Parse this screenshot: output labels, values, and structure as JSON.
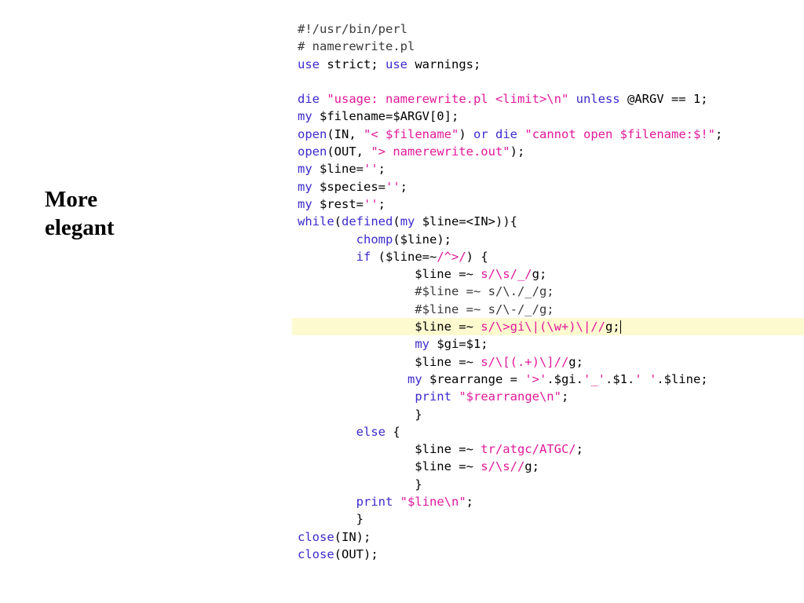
{
  "slide": {
    "label_lines": [
      "More",
      "elegant"
    ]
  },
  "code": {
    "lines": [
      {
        "tokens": [
          {
            "t": "#!/usr/bin/perl",
            "c": "c"
          }
        ]
      },
      {
        "tokens": [
          {
            "t": "# namerewrite.pl",
            "c": "c"
          }
        ]
      },
      {
        "tokens": [
          {
            "t": "use",
            "c": "k"
          },
          {
            "t": " strict; ",
            "c": "p"
          },
          {
            "t": "use",
            "c": "k"
          },
          {
            "t": " warnings;",
            "c": "p"
          }
        ]
      },
      {
        "tokens": []
      },
      {
        "tokens": [
          {
            "t": "die",
            "c": "k"
          },
          {
            "t": " ",
            "c": "p"
          },
          {
            "t": "\"usage: namerewrite.pl <limit>\\n\"",
            "c": "s"
          },
          {
            "t": " ",
            "c": "p"
          },
          {
            "t": "unless",
            "c": "k"
          },
          {
            "t": " @ARGV == 1;",
            "c": "p"
          }
        ]
      },
      {
        "tokens": [
          {
            "t": "my",
            "c": "k"
          },
          {
            "t": " $filename=$ARGV[0];",
            "c": "p"
          }
        ]
      },
      {
        "tokens": [
          {
            "t": "open",
            "c": "k"
          },
          {
            "t": "(IN, ",
            "c": "p"
          },
          {
            "t": "\"< $filename\"",
            "c": "s"
          },
          {
            "t": ") ",
            "c": "p"
          },
          {
            "t": "or",
            "c": "k"
          },
          {
            "t": " ",
            "c": "p"
          },
          {
            "t": "die",
            "c": "k"
          },
          {
            "t": " ",
            "c": "p"
          },
          {
            "t": "\"cannot open $filename:$!\"",
            "c": "s"
          },
          {
            "t": ";",
            "c": "p"
          }
        ]
      },
      {
        "tokens": [
          {
            "t": "open",
            "c": "k"
          },
          {
            "t": "(OUT, ",
            "c": "p"
          },
          {
            "t": "\"> namerewrite.out\"",
            "c": "s"
          },
          {
            "t": ");",
            "c": "p"
          }
        ]
      },
      {
        "tokens": [
          {
            "t": "my",
            "c": "k"
          },
          {
            "t": " $line=",
            "c": "p"
          },
          {
            "t": "''",
            "c": "s"
          },
          {
            "t": ";",
            "c": "p"
          }
        ]
      },
      {
        "tokens": [
          {
            "t": "my",
            "c": "k"
          },
          {
            "t": " $species=",
            "c": "p"
          },
          {
            "t": "''",
            "c": "s"
          },
          {
            "t": ";",
            "c": "p"
          }
        ]
      },
      {
        "tokens": [
          {
            "t": "my",
            "c": "k"
          },
          {
            "t": " $rest=",
            "c": "p"
          },
          {
            "t": "''",
            "c": "s"
          },
          {
            "t": ";",
            "c": "p"
          }
        ]
      },
      {
        "tokens": [
          {
            "t": "while",
            "c": "k"
          },
          {
            "t": "(",
            "c": "p"
          },
          {
            "t": "defined",
            "c": "k"
          },
          {
            "t": "(",
            "c": "p"
          },
          {
            "t": "my",
            "c": "k"
          },
          {
            "t": " $line=<IN>)){",
            "c": "p"
          }
        ]
      },
      {
        "tokens": [
          {
            "t": "        ",
            "c": "p"
          },
          {
            "t": "chomp",
            "c": "k"
          },
          {
            "t": "($line);",
            "c": "p"
          }
        ]
      },
      {
        "tokens": [
          {
            "t": "        ",
            "c": "p"
          },
          {
            "t": "if",
            "c": "k"
          },
          {
            "t": " ($line=~",
            "c": "p"
          },
          {
            "t": "/^>/",
            "c": "r"
          },
          {
            "t": ") {",
            "c": "p"
          }
        ]
      },
      {
        "tokens": [
          {
            "t": "                $line =~ ",
            "c": "p"
          },
          {
            "t": "s/\\s/_/",
            "c": "r"
          },
          {
            "t": "g;",
            "c": "p"
          }
        ]
      },
      {
        "tokens": [
          {
            "t": "                #$line =~ s/\\./_/g;",
            "c": "c"
          }
        ]
      },
      {
        "tokens": [
          {
            "t": "                #$line =~ s/\\-/_/g;",
            "c": "c"
          }
        ]
      },
      {
        "tokens": [
          {
            "t": "                $line =~ ",
            "c": "p"
          },
          {
            "t": "s/\\>gi\\|(\\w+)\\|//",
            "c": "r"
          },
          {
            "t": "g;",
            "c": "p"
          }
        ],
        "highlight": true
      },
      {
        "tokens": [
          {
            "t": "                ",
            "c": "p"
          },
          {
            "t": "my",
            "c": "k"
          },
          {
            "t": " $gi=$1;",
            "c": "p"
          }
        ]
      },
      {
        "tokens": [
          {
            "t": "                $line =~ ",
            "c": "p"
          },
          {
            "t": "s/\\[(.+)\\]//",
            "c": "r"
          },
          {
            "t": "g;",
            "c": "p"
          }
        ]
      },
      {
        "tokens": [
          {
            "t": "               ",
            "c": "p"
          },
          {
            "t": "my",
            "c": "k"
          },
          {
            "t": " $rearrange = ",
            "c": "p"
          },
          {
            "t": "'>'",
            "c": "s"
          },
          {
            "t": ".$gi.",
            "c": "p"
          },
          {
            "t": "'_'",
            "c": "s"
          },
          {
            "t": ".$1.",
            "c": "p"
          },
          {
            "t": "' '",
            "c": "s"
          },
          {
            "t": ".$line;",
            "c": "p"
          }
        ]
      },
      {
        "tokens": [
          {
            "t": "                ",
            "c": "p"
          },
          {
            "t": "print",
            "c": "k"
          },
          {
            "t": " ",
            "c": "p"
          },
          {
            "t": "\"$rearrange\\n\"",
            "c": "s"
          },
          {
            "t": ";",
            "c": "p"
          }
        ]
      },
      {
        "tokens": [
          {
            "t": "                }",
            "c": "p"
          }
        ]
      },
      {
        "tokens": [
          {
            "t": "        ",
            "c": "p"
          },
          {
            "t": "else",
            "c": "k"
          },
          {
            "t": " {",
            "c": "p"
          }
        ]
      },
      {
        "tokens": [
          {
            "t": "                $line =~ ",
            "c": "p"
          },
          {
            "t": "tr/atgc/ATGC/",
            "c": "r"
          },
          {
            "t": ";",
            "c": "p"
          }
        ]
      },
      {
        "tokens": [
          {
            "t": "                $line =~ ",
            "c": "p"
          },
          {
            "t": "s/\\s//",
            "c": "r"
          },
          {
            "t": "g;",
            "c": "p"
          }
        ]
      },
      {
        "tokens": [
          {
            "t": "                }",
            "c": "p"
          }
        ]
      },
      {
        "tokens": [
          {
            "t": "        ",
            "c": "p"
          },
          {
            "t": "print",
            "c": "k"
          },
          {
            "t": " ",
            "c": "p"
          },
          {
            "t": "\"$line\\n\"",
            "c": "s"
          },
          {
            "t": ";",
            "c": "p"
          }
        ]
      },
      {
        "tokens": [
          {
            "t": "        }",
            "c": "p"
          }
        ]
      },
      {
        "tokens": [
          {
            "t": "close",
            "c": "k"
          },
          {
            "t": "(IN);",
            "c": "p"
          }
        ]
      },
      {
        "tokens": [
          {
            "t": "close",
            "c": "k"
          },
          {
            "t": "(OUT);",
            "c": "p"
          }
        ]
      }
    ]
  },
  "colors": {
    "keyword": "#3b2bcc",
    "string": "#e0199a",
    "comment": "#3a3a3a",
    "highlight_line": "#fdfad0"
  }
}
